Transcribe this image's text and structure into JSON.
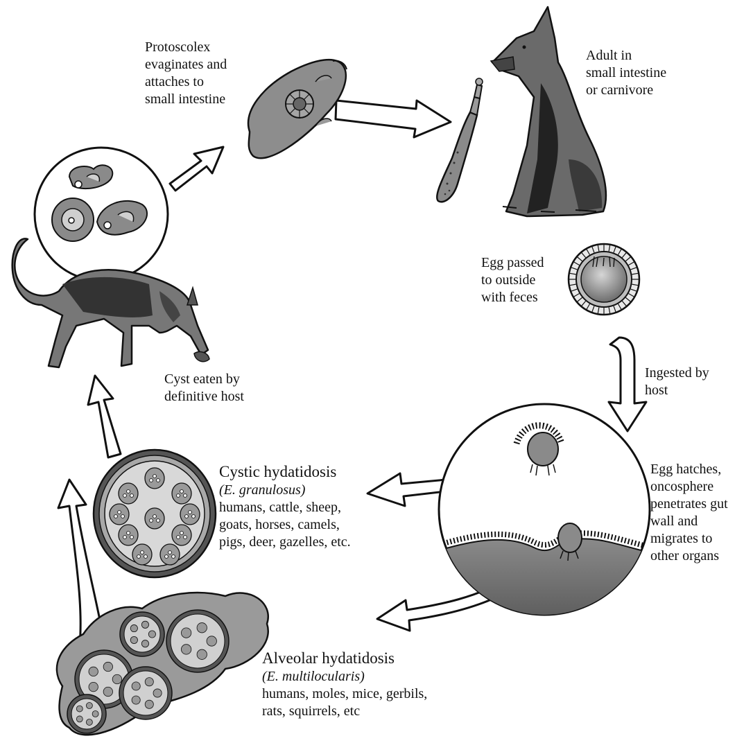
{
  "labels": {
    "protoscolex": [
      "Protoscolex",
      "evaginates and",
      "attaches to",
      "small intestine"
    ],
    "adult": [
      "Adult in",
      "small intestine",
      "or carnivore"
    ],
    "egg_passed": [
      "Egg passed",
      "to outside",
      "with feces"
    ],
    "ingested": [
      "Ingested by",
      "host"
    ],
    "egg_hatches": [
      "Egg hatches,",
      "oncosphere",
      "penetrates gut",
      "wall and",
      "migrates to",
      "other organs"
    ],
    "cyst_eaten": [
      "Cyst eaten by",
      "definitive host"
    ],
    "cystic": {
      "title": "Cystic hydatidosis",
      "species": "(E. granulosus)",
      "hosts": [
        "humans, cattle, sheep,",
        "goats, horses, camels,",
        "pigs, deer, gazelles, etc."
      ]
    },
    "alveolar": {
      "title": "Alveolar hydatidosis",
      "species": "(E. multilocularis)",
      "hosts": [
        "humans, moles, mice, gerbils,",
        "rats, squirrels, etc"
      ]
    }
  },
  "colors": {
    "dark": "#2b2b2b",
    "mid": "#7d7d7d",
    "light": "#b9b9b9",
    "pale": "#dcdcdc"
  }
}
